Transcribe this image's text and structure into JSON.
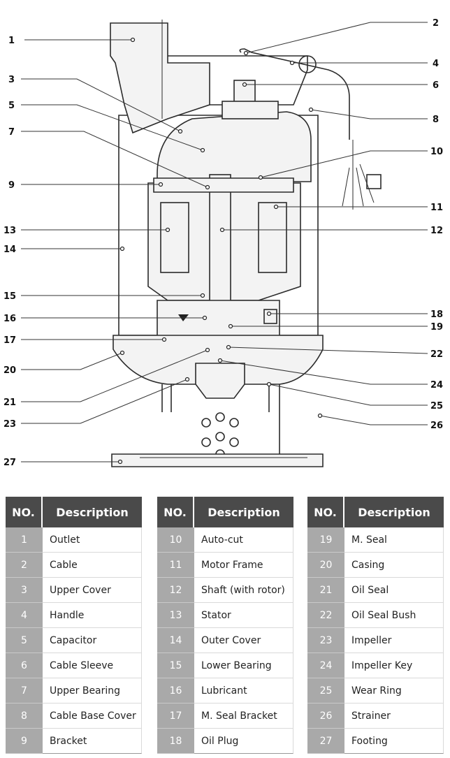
{
  "callouts": [
    {
      "no": "1"
    },
    {
      "no": "2"
    },
    {
      "no": "3"
    },
    {
      "no": "4"
    },
    {
      "no": "5"
    },
    {
      "no": "6"
    },
    {
      "no": "7"
    },
    {
      "no": "8"
    },
    {
      "no": "9"
    },
    {
      "no": "10"
    },
    {
      "no": "11"
    },
    {
      "no": "12"
    },
    {
      "no": "13"
    },
    {
      "no": "14"
    },
    {
      "no": "15"
    },
    {
      "no": "16"
    },
    {
      "no": "17"
    },
    {
      "no": "18"
    },
    {
      "no": "19"
    },
    {
      "no": "20"
    },
    {
      "no": "21"
    },
    {
      "no": "22"
    },
    {
      "no": "23"
    },
    {
      "no": "24"
    },
    {
      "no": "25"
    },
    {
      "no": "26"
    },
    {
      "no": "27"
    }
  ],
  "tables": [
    {
      "header_no": "NO.",
      "header_desc": "Description",
      "rows": [
        {
          "no": "1",
          "desc": "Outlet"
        },
        {
          "no": "2",
          "desc": "Cable"
        },
        {
          "no": "3",
          "desc": "Upper Cover"
        },
        {
          "no": "4",
          "desc": "Handle"
        },
        {
          "no": "5",
          "desc": "Capacitor"
        },
        {
          "no": "6",
          "desc": "Cable Sleeve"
        },
        {
          "no": "7",
          "desc": "Upper Bearing"
        },
        {
          "no": "8",
          "desc": "Cable Base Cover"
        },
        {
          "no": "9",
          "desc": "Bracket"
        }
      ]
    },
    {
      "header_no": "NO.",
      "header_desc": "Description",
      "rows": [
        {
          "no": "10",
          "desc": "Auto-cut"
        },
        {
          "no": "11",
          "desc": "Motor Frame"
        },
        {
          "no": "12",
          "desc": "Shaft (with rotor)"
        },
        {
          "no": "13",
          "desc": "Stator"
        },
        {
          "no": "14",
          "desc": "Outer Cover"
        },
        {
          "no": "15",
          "desc": "Lower Bearing"
        },
        {
          "no": "16",
          "desc": "Lubricant"
        },
        {
          "no": "17",
          "desc": "M. Seal Bracket"
        },
        {
          "no": "18",
          "desc": "Oil Plug"
        }
      ]
    },
    {
      "header_no": "NO.",
      "header_desc": "Description",
      "rows": [
        {
          "no": "19",
          "desc": "M. Seal"
        },
        {
          "no": "20",
          "desc": "Casing"
        },
        {
          "no": "21",
          "desc": "Oil Seal"
        },
        {
          "no": "22",
          "desc": "Oil Seal Bush"
        },
        {
          "no": "23",
          "desc": "Impeller"
        },
        {
          "no": "24",
          "desc": "Impeller Key"
        },
        {
          "no": "25",
          "desc": "Wear Ring"
        },
        {
          "no": "26",
          "desc": "Strainer"
        },
        {
          "no": "27",
          "desc": "Footing"
        }
      ]
    }
  ]
}
